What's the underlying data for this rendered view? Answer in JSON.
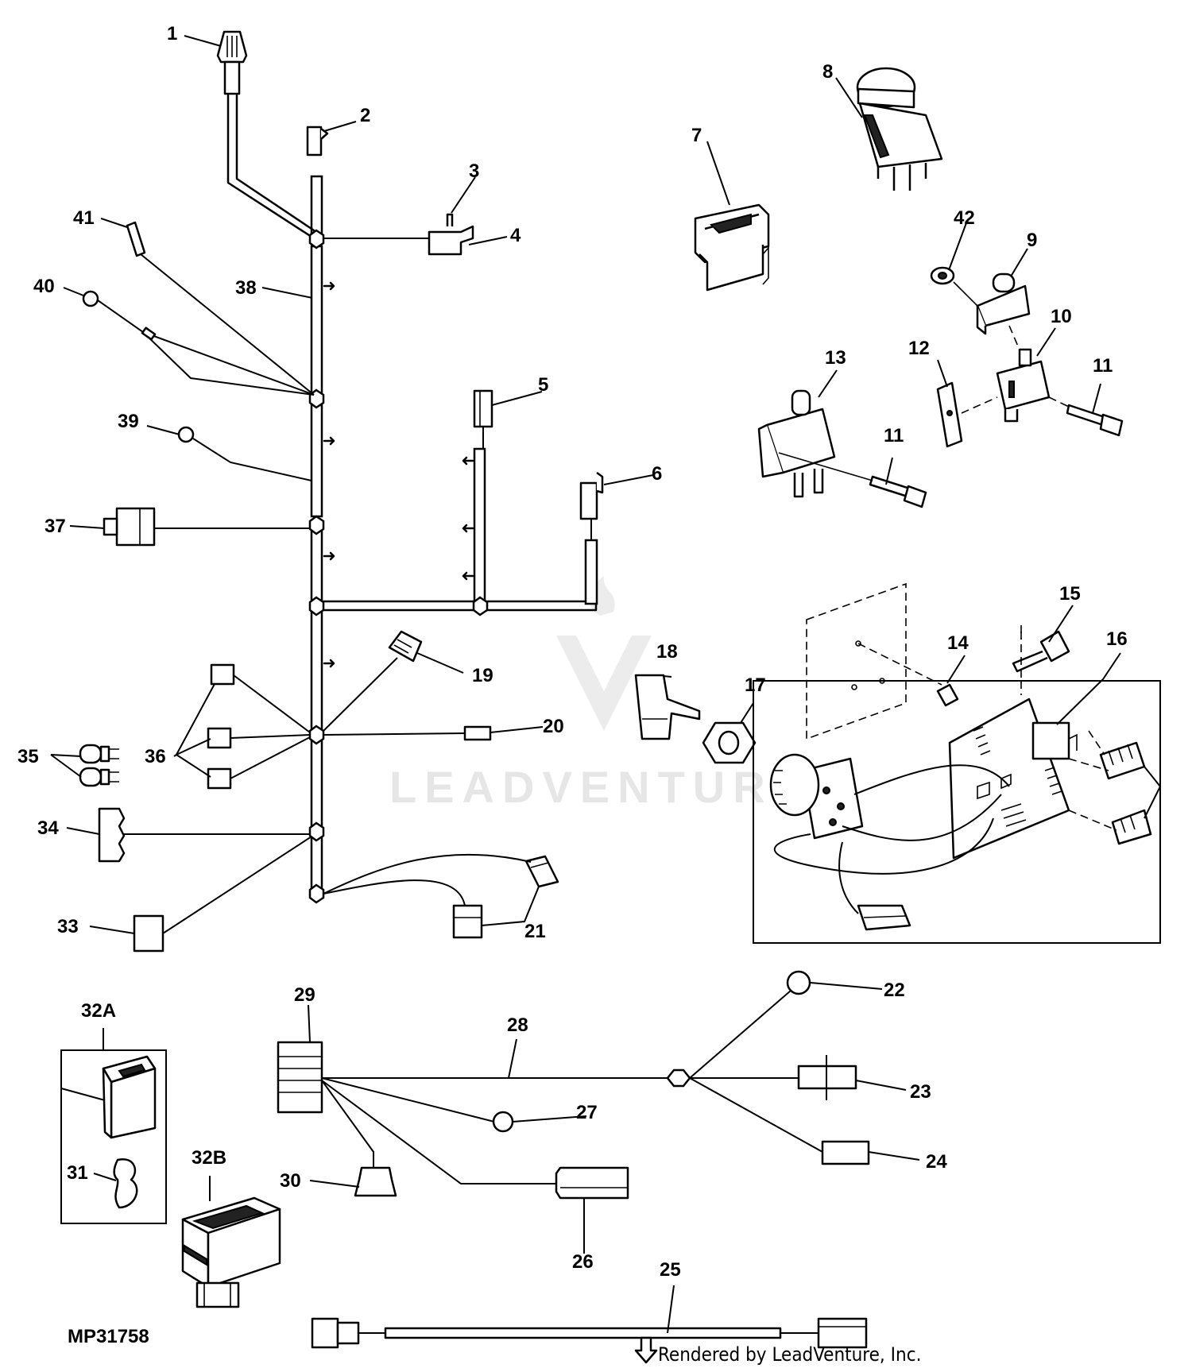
{
  "watermark": "LEADVENTURE",
  "figure_code": "MP31758",
  "render_note": "Rendered by LeadVenture, Inc.",
  "callouts": {
    "c1": "1",
    "c2": "2",
    "c3": "3",
    "c4": "4",
    "c5": "5",
    "c6": "6",
    "c7": "7",
    "c8": "8",
    "c9": "9",
    "c10": "10",
    "c11a": "11",
    "c11b": "11",
    "c12": "12",
    "c13": "13",
    "c14": "14",
    "c15": "15",
    "c16": "16",
    "c17": "17",
    "c18": "18",
    "c19": "19",
    "c20": "20",
    "c21": "21",
    "c22": "22",
    "c23": "23",
    "c24": "24",
    "c25": "25",
    "c26": "26",
    "c27": "27",
    "c28": "28",
    "c29": "29",
    "c30": "30",
    "c31": "31",
    "c32a": "32A",
    "c32b": "32B",
    "c33": "33",
    "c34": "34",
    "c35": "35",
    "c36": "36",
    "c37": "37",
    "c38": "38",
    "c39": "39",
    "c40": "40",
    "c41": "41",
    "c42": "42"
  }
}
